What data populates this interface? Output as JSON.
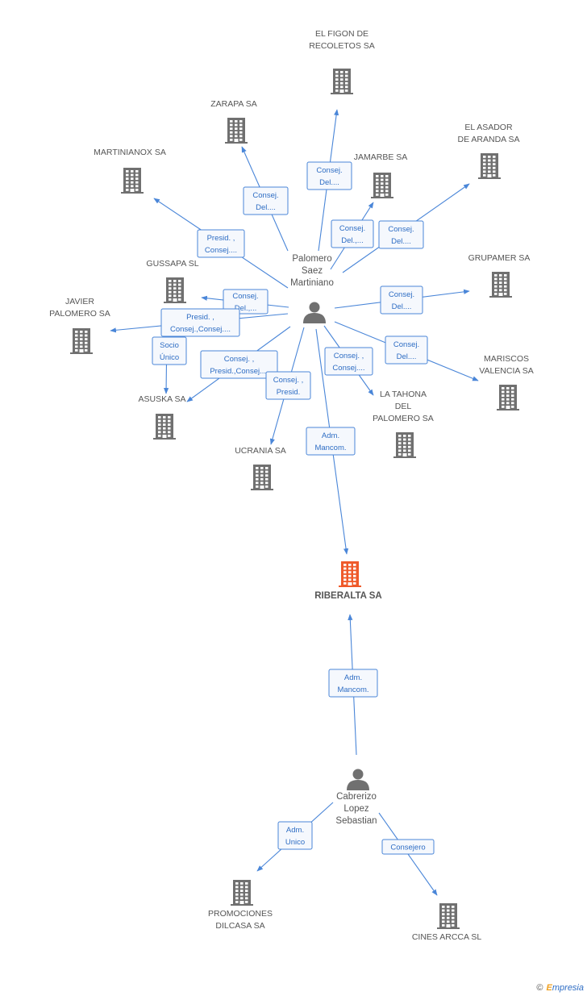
{
  "colors": {
    "building": "#707070",
    "main_building": "#ef5a2a",
    "person": "#707070",
    "edge": "#4a86d8"
  },
  "persons": [
    {
      "id": "p1",
      "lines": [
        "Palomero",
        "Saez",
        "Martiniano"
      ]
    },
    {
      "id": "p2",
      "lines": [
        "Cabrerizo",
        "Lopez",
        "Sebastian"
      ]
    }
  ],
  "companies": [
    {
      "id": "c_figon",
      "lines": [
        "EL FIGON DE",
        "RECOLETOS SA"
      ]
    },
    {
      "id": "c_zarapa",
      "lines": [
        "ZARAPA SA"
      ]
    },
    {
      "id": "c_asador",
      "lines": [
        "EL ASADOR",
        "DE ARANDA SA"
      ]
    },
    {
      "id": "c_jamarbe",
      "lines": [
        "JAMARBE SA"
      ]
    },
    {
      "id": "c_martinianox",
      "lines": [
        "MARTINIANOX SA"
      ]
    },
    {
      "id": "c_grupamer",
      "lines": [
        "GRUPAMER SA"
      ]
    },
    {
      "id": "c_gussapa",
      "lines": [
        "GUSSAPA SL"
      ]
    },
    {
      "id": "c_javier",
      "lines": [
        "JAVIER",
        "PALOMERO SA"
      ]
    },
    {
      "id": "c_mariscos",
      "lines": [
        "MARISCOS",
        "VALENCIA SA"
      ]
    },
    {
      "id": "c_asuska",
      "lines": [
        "ASUSKA SA"
      ]
    },
    {
      "id": "c_tahona",
      "lines": [
        "LA TAHONA",
        "DEL",
        "PALOMERO SA"
      ]
    },
    {
      "id": "c_ucrania",
      "lines": [
        "UCRANIA SA"
      ]
    },
    {
      "id": "c_riberalta",
      "lines": [
        "RIBERALTA SA"
      ],
      "main": true
    },
    {
      "id": "c_promociones",
      "lines": [
        "PROMOCIONES",
        "DILCASA SA"
      ]
    },
    {
      "id": "c_cines",
      "lines": [
        "CINES ARCCA SL"
      ]
    }
  ],
  "edges": [
    {
      "from": "p1",
      "to": "c_figon",
      "label": [
        "Consej.",
        "Del...."
      ]
    },
    {
      "from": "p1",
      "to": "c_zarapa",
      "label": [
        "Consej.",
        "Del...."
      ]
    },
    {
      "from": "p1",
      "to": "c_jamarbe",
      "label": [
        "Consej.",
        "Del.,..."
      ]
    },
    {
      "from": "p1",
      "to": "c_asador",
      "label": [
        "Consej.",
        "Del...."
      ]
    },
    {
      "from": "p1",
      "to": "c_martinianox",
      "label": [
        "Presid. ,",
        "Consej...."
      ]
    },
    {
      "from": "p1",
      "to": "c_gussapa",
      "label": [
        "Consej.",
        "Del.,..."
      ]
    },
    {
      "from": "p1",
      "to": "c_javier",
      "label": [
        "Presid. ,",
        "Consej.,Consej...."
      ]
    },
    {
      "from": "p1",
      "to": "c_grupamer",
      "label": [
        "Consej.",
        "Del...."
      ]
    },
    {
      "from": "p1",
      "to": "c_mariscos",
      "label": [
        "Consej.",
        "Del...."
      ]
    },
    {
      "from": "p1",
      "to": "c_asuska",
      "label": [
        "Consej. ,",
        "Presid.,Consej...."
      ]
    },
    {
      "from": "p1",
      "to": "c_tahona",
      "label": [
        "Consej. ,",
        "Consej...."
      ]
    },
    {
      "from": "p1",
      "to": "c_ucrania",
      "label": [
        "Consej. ,",
        "Presid."
      ]
    },
    {
      "from": "p1",
      "to": "c_riberalta",
      "label": [
        "Adm.",
        "Mancom."
      ]
    },
    {
      "from": "c_javier",
      "to": "c_asuska",
      "label": [
        "Socio",
        "Único"
      ]
    },
    {
      "from": "p2",
      "to": "c_riberalta",
      "label": [
        "Adm.",
        "Mancom."
      ]
    },
    {
      "from": "p2",
      "to": "c_promociones",
      "label": [
        "Adm.",
        "Unico"
      ]
    },
    {
      "from": "p2",
      "to": "c_cines",
      "label": [
        "Consejero"
      ]
    }
  ],
  "footer": {
    "copyright": "©",
    "brand_e": "E",
    "brand_rest": "mpresia"
  }
}
